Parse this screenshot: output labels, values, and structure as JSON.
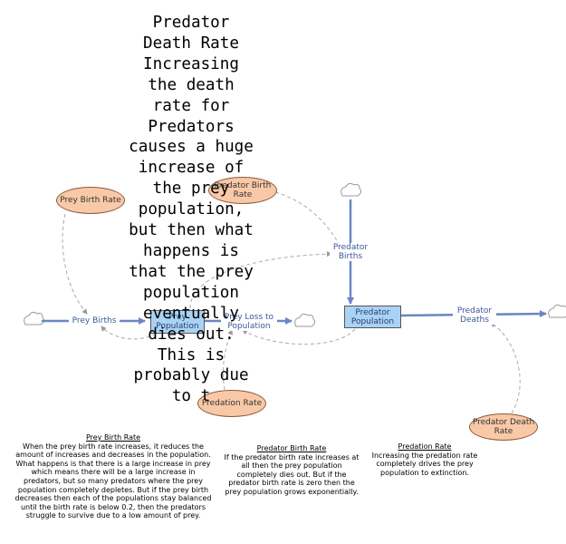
{
  "stocks": {
    "prey": "Prey Population",
    "predator": "Predator Population"
  },
  "variables": {
    "prey_birth_rate": "Prey Birth Rate",
    "predator_birth_rate": "Predator Birth Rate",
    "predation_rate": "Predation Rate",
    "predator_death_rate": "Predator Death Rate"
  },
  "flows": {
    "prey_births": "Prey Births",
    "prey_loss": "Prey Loss to Population",
    "predator_births": "Predator Births",
    "predator_deaths": "Predator Deaths"
  },
  "overlay_text": "Predator Death Rate Increasing the death rate for Predators causes a huge increase of the prey population, but then what happens is that the prey population eventually dies out. This is probably due to t",
  "notes": {
    "prey_birth_rate": {
      "title": "Prey Birth Rate",
      "body": "When the prey birth rate increases, it reduces the amount of increases and decreases in the population. What happens is that there is a large increase in prey which means there will be a large increase in predators, but so many predators where the prey population completely depletes. But if the prey birth decreases then each of the populations stay balanced until the birth rate is below 0.2, then the predators struggle to survive due to a low amount of prey."
    },
    "predator_birth_rate": {
      "title": "Predator Birth Rate",
      "body": "If the predator birth rate increases at all then the prey population completely dies out. But if the predator birth rate is zero then the prey population grows exponentially."
    },
    "predation_rate": {
      "title": "Predation Rate",
      "body": "Increasing the predation rate completely drives the prey population to extinction."
    }
  },
  "colors": {
    "stock_fill": "#a9d3f5",
    "aux_fill": "#f9c9a7",
    "flow": "#6a86c4",
    "link": "#aaaaaa"
  }
}
